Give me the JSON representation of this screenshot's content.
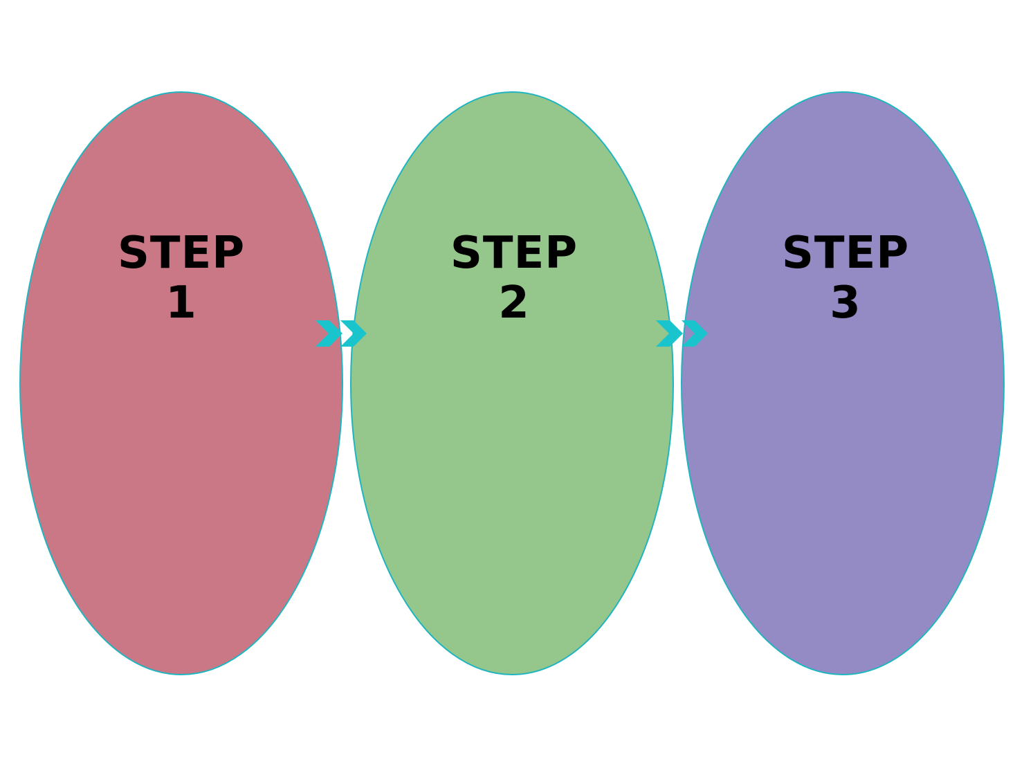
{
  "colors": {
    "outline": "#1fb5c0",
    "arrow": "#19c4cc",
    "text": "#000000"
  },
  "steps": [
    {
      "word": "STEP",
      "number": "1",
      "fill": "#cb7886"
    },
    {
      "word": "STEP",
      "number": "2",
      "fill": "#95c68b"
    },
    {
      "word": "STEP",
      "number": "3",
      "fill": "#958bc4"
    }
  ],
  "connectors": [
    {
      "from": 0,
      "to": 1,
      "icon": "double-chevron-right-icon"
    },
    {
      "from": 1,
      "to": 2,
      "icon": "double-chevron-right-icon"
    }
  ]
}
